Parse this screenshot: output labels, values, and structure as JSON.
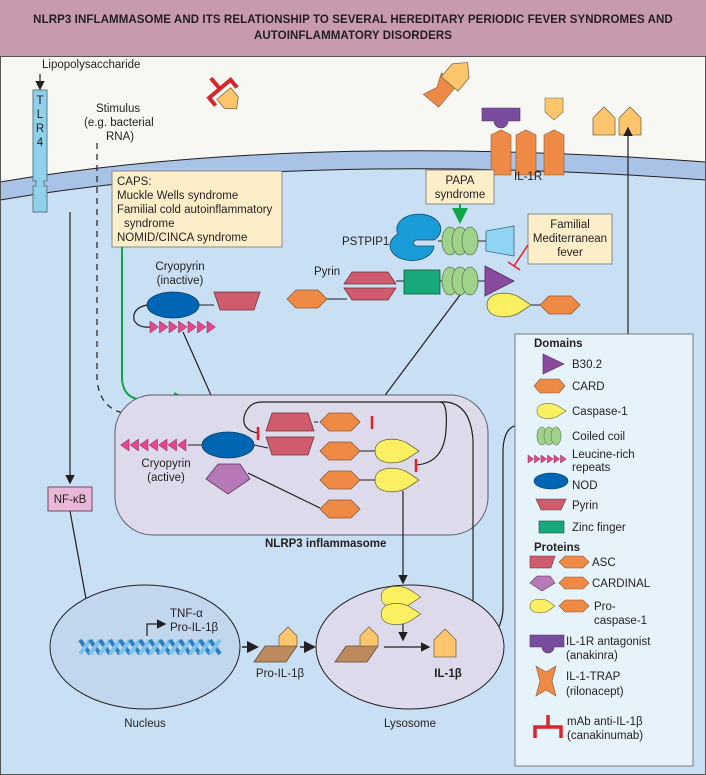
{
  "title": "NLRP3 INFLAMMASOME AND ITS RELATIONSHIP TO SEVERAL HEREDITARY PERIODIC FEVER SYNDROMES AND AUTOINFLAMMATORY DISORDERS",
  "colors": {
    "header_bg": "#c89aae",
    "extracellular_bg": "#f7f7f3",
    "cytoplasm_bg": "#c9e0f4",
    "membrane": "#a9c3e6",
    "inflammasome_bg": "#dddbeb",
    "disease_box": "#fbeec9",
    "nod": "#0066b3",
    "pyrin_domain": "#cf5b6c",
    "card": "#ee8a45",
    "caspase": "#fbef62",
    "coiled_coil": "#9fd28a",
    "lrr": "#e9458e",
    "b30_2": "#8a4a9d",
    "zinc_finger": "#17a97c",
    "cardinal": "#b678b6",
    "il1b": "#fdc66c",
    "pro_domain": "#bd8a5e",
    "anakinra": "#7a4c9f",
    "canakinumab": "#d8262d",
    "green_arrow": "#11a54a",
    "inhibit": "#e61e2b",
    "legend_bg": "#e6f3fb"
  },
  "labels": {
    "lipopolysaccharide": "Lipopolysaccharide",
    "tlr4": [
      "T",
      "L",
      "R",
      "4"
    ],
    "stimulus": [
      "Stimulus",
      "(e.g. bacterial",
      "RNA)"
    ],
    "caps_box": [
      "CAPS:",
      "Muckle Wells syndrome",
      "Familial cold autoinflammatory",
      "  syndrome",
      "NOMID/CINCA syndrome"
    ],
    "papa_box": [
      "PAPA",
      "syndrome"
    ],
    "fmf_box": [
      "Familial",
      "Mediterranean",
      "fever"
    ],
    "il1r": "IL-1R",
    "pstpip1": "PSTPIP1",
    "pyrin": "Pyrin",
    "cryopyrin_inactive": [
      "Cryopyrin",
      "(inactive)"
    ],
    "cryopyrin_active": [
      "Cryopyrin",
      "(active)"
    ],
    "inflammasome": "NLRP3 inflammasome",
    "nfkb": "NF-κB",
    "genes": [
      "TNF-α",
      "Pro-IL-1β"
    ],
    "nucleus": "Nucleus",
    "pro_il1b": "Pro-IL-1β",
    "lysosome": "Lysosome",
    "il1b": "IL-1β"
  },
  "legend": {
    "domains_title": "Domains",
    "domains": [
      {
        "icon": "b30-2",
        "label": "B30.2"
      },
      {
        "icon": "card",
        "label": "CARD"
      },
      {
        "icon": "caspase-1",
        "label": "Caspase-1"
      },
      {
        "icon": "coiled-coil",
        "label": "Coiled coil"
      },
      {
        "icon": "leucine-rich-repeats",
        "label": "Leucine-rich",
        "label2": "repeats"
      },
      {
        "icon": "nod",
        "label": "NOD"
      },
      {
        "icon": "pyrin",
        "label": "Pyrin"
      },
      {
        "icon": "zinc-finger",
        "label": "Zinc finger"
      }
    ],
    "proteins_title": "Proteins",
    "proteins": [
      {
        "icon": "asc",
        "label": "ASC"
      },
      {
        "icon": "cardinal",
        "label": "CARDINAL"
      },
      {
        "icon": "pro-caspase-1",
        "label": "Pro-",
        "label2": "caspase-1"
      },
      {
        "icon": "il-1r-antagonist",
        "label": "IL-1R antagonist",
        "label2": "(anakinra)"
      },
      {
        "icon": "il-1-trap",
        "label": "IL-1-TRAP",
        "label2": "(rilonacept)"
      },
      {
        "icon": "mab-anti-il-1b",
        "label": "mAb anti-IL-1β",
        "label2": "(canakinumab)"
      }
    ]
  }
}
